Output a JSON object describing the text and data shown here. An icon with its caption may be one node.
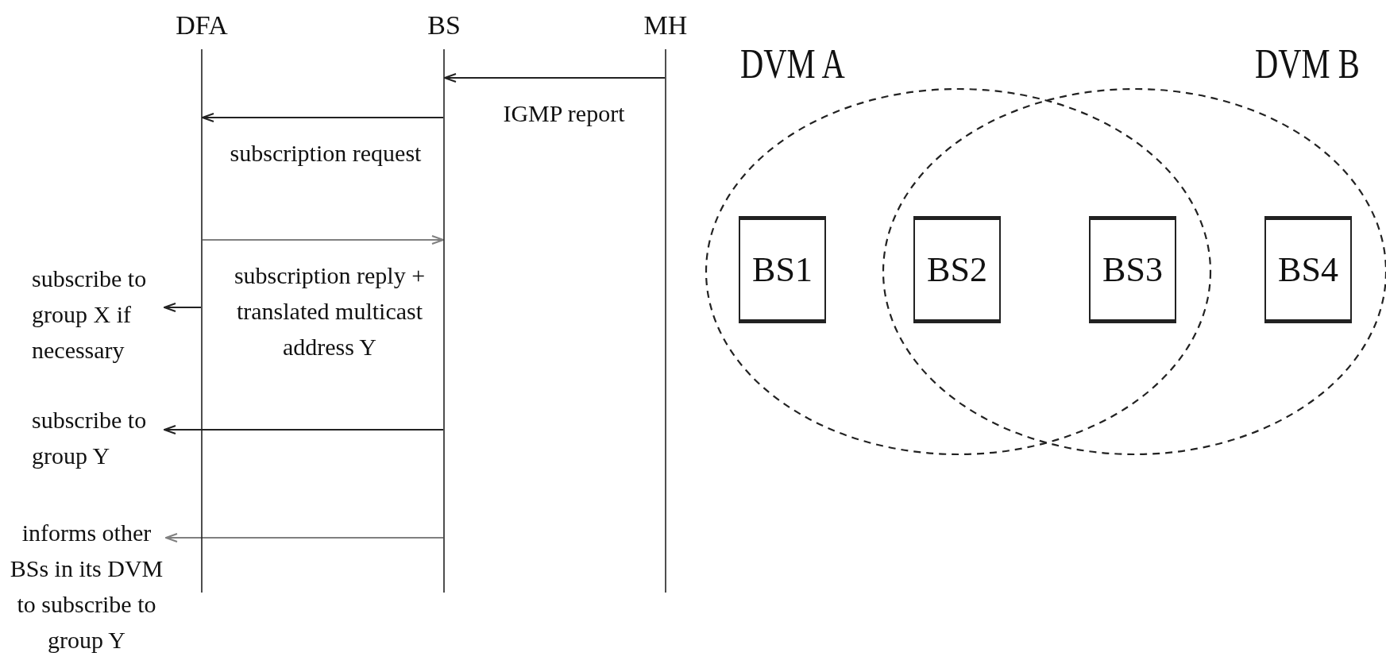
{
  "diagram": {
    "nodes": [
      {
        "text": [
          "DFA"
        ]
      },
      {
        "text": [
          "BS"
        ]
      },
      {
        "text": [
          "MH"
        ]
      },
      {
        "text": [
          "subscribe to group X if necessary"
        ]
      },
      {
        "text": [
          "subscribe to group Y"
        ]
      },
      {
        "text": [
          "informs other BSs in its DVM to subscribe to group Y"
        ]
      },
      {
        "text": [
          "DVM A"
        ]
      },
      {
        "text": [
          "BS1"
        ],
        "in": 6
      },
      {
        "text": [
          "BS2"
        ]
      },
      {
        "text": [
          "BS3"
        ]
      },
      {
        "text": [
          "DVM B"
        ]
      },
      {
        "text": [
          "BS4"
        ],
        "in": 10
      }
    ],
    "edges": [
      {
        "from": 2,
        "to": 1,
        "arrow": "to",
        "label": "IGMP report"
      },
      {
        "from": 1,
        "to": 0,
        "arrow": "to",
        "label": "subscription request"
      },
      {
        "from": 0,
        "to": 1,
        "arrow": "to",
        "label": "subscription reply + translated multicast address Y",
        "color": "#808080"
      },
      {
        "from": 0,
        "to": 3,
        "arrow": "to"
      },
      {
        "from": 1,
        "to": 4,
        "arrow": "to"
      },
      {
        "from": 1,
        "to": 5,
        "arrow": "to",
        "color": "#808080"
      }
    ]
  }
}
